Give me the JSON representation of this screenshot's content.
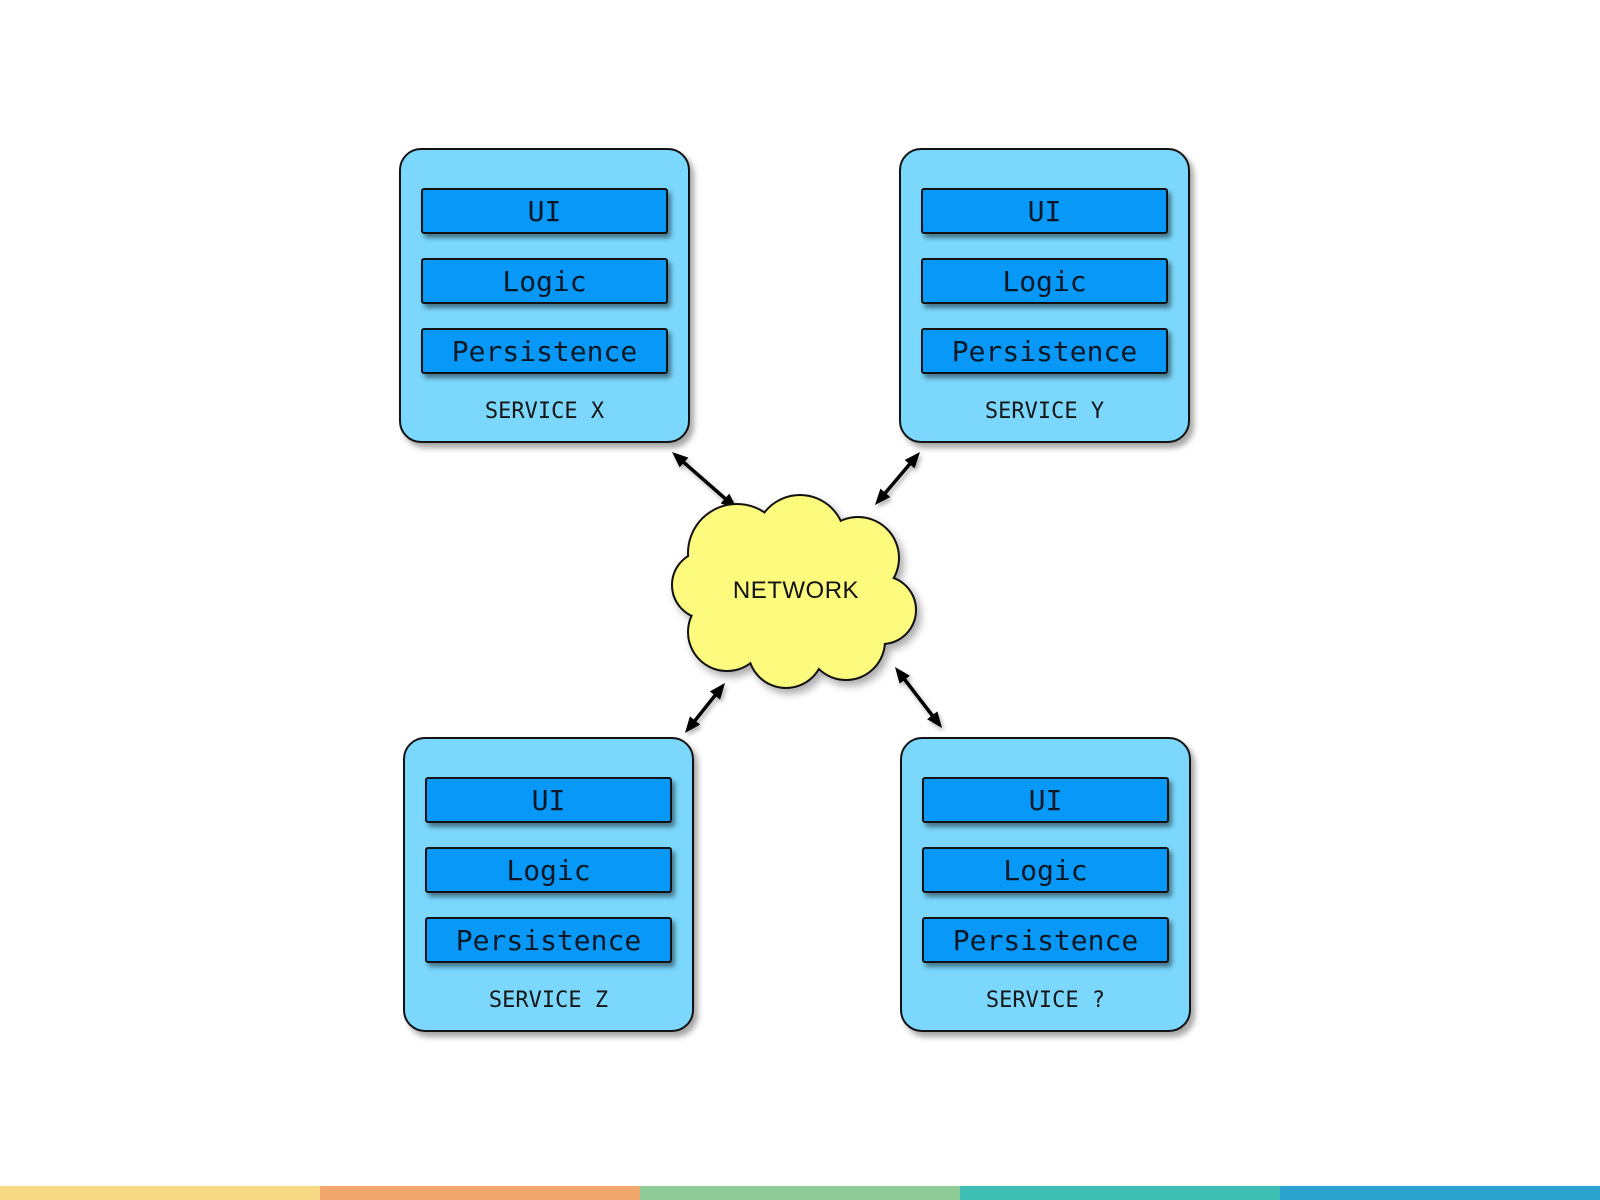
{
  "diagram": {
    "network": {
      "label": "NETWORK"
    },
    "services": [
      {
        "name": "SERVICE X",
        "layers": [
          "UI",
          "Logic",
          "Persistence"
        ]
      },
      {
        "name": "SERVICE Y",
        "layers": [
          "UI",
          "Logic",
          "Persistence"
        ]
      },
      {
        "name": "SERVICE Z",
        "layers": [
          "UI",
          "Logic",
          "Persistence"
        ]
      },
      {
        "name": "SERVICE ?",
        "layers": [
          "UI",
          "Logic",
          "Persistence"
        ]
      }
    ],
    "connections": [
      {
        "from": "SERVICE X",
        "to": "NETWORK",
        "bidirectional": true
      },
      {
        "from": "SERVICE Y",
        "to": "NETWORK",
        "bidirectional": true
      },
      {
        "from": "SERVICE Z",
        "to": "NETWORK",
        "bidirectional": true
      },
      {
        "from": "SERVICE ?",
        "to": "NETWORK",
        "bidirectional": true
      }
    ],
    "colors": {
      "service_box_fill": "#7bd7fc",
      "layer_fill": "#0899f8",
      "cloud_fill": "#fdfb7e",
      "outline": "#121212",
      "arrow": "#000000"
    }
  },
  "footer": {
    "segments": [
      {
        "color": "#f6d985",
        "css": "background-color:#f6d985"
      },
      {
        "color": "#f2a76c",
        "css": "background-color:#f2a76c"
      },
      {
        "color": "#8fcb96",
        "css": "background-color:#8fcb96"
      },
      {
        "color": "#3fbfb4",
        "css": "background-color:#3fbfb4"
      },
      {
        "color": "#2ca3cf",
        "css": "background-color:#2ca3cf"
      }
    ]
  }
}
